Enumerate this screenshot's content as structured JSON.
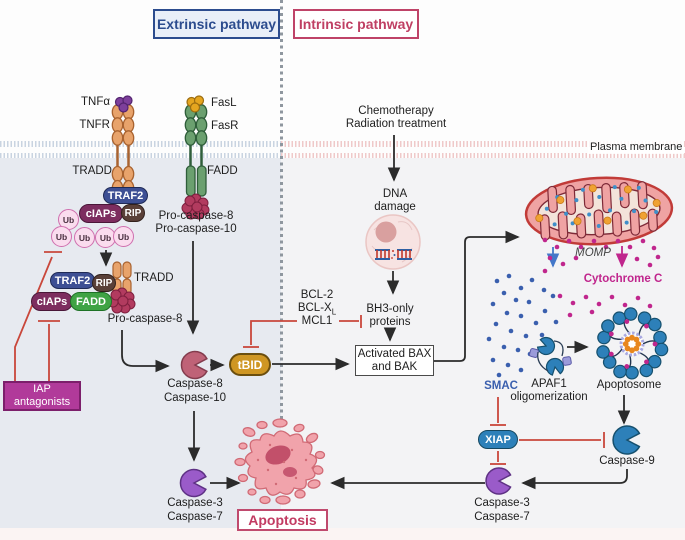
{
  "header": {
    "extrinsic": "Extrinsic pathway",
    "intrinsic": "Intrinsic pathway"
  },
  "membrane": {
    "label": "Plasma membrane"
  },
  "extrinsic_pathway": {
    "tnf_ligand": "TNFα",
    "tnf_receptor": "TNFR",
    "fas_ligand": "FasL",
    "fas_receptor": "FasR",
    "tradd_label": "TRADD",
    "fadd_label": "FADD",
    "complex1": {
      "traf2": "TRAF2",
      "ciaps": "cIAPs",
      "rip": "RIP",
      "ub": "Ub"
    },
    "procaspase_fas_line1": "Pro-caspase-8",
    "procaspase_fas_line2": "Pro-caspase-10",
    "complex2": {
      "traf2": "TRAF2",
      "rip": "RIP",
      "tradd": "TRADD",
      "ciaps": "cIAPs",
      "fadd": "FADD",
      "procaspase": "Pro-caspase-8"
    },
    "iap_antagonists_line1": "IAP",
    "iap_antagonists_line2": "antagonists",
    "caspase8": "Caspase-8",
    "caspase10": "Caspase-10",
    "tbid": "tBID",
    "caspase3": "Caspase-3",
    "caspase7": "Caspase-7"
  },
  "intrinsic_pathway": {
    "trigger_line1": "Chemotherapy",
    "trigger_line2": "Radiation treatment",
    "dna_damage_line1": "DNA",
    "dna_damage_line2": "damage",
    "bcl2": "BCL-2",
    "bclxl_base": "BCL-X",
    "bclxl_sub": "L",
    "mcl1": "MCL1",
    "bh3_line1": "BH3-only",
    "bh3_line2": "proteins",
    "bax_bak_line1": "Activated BAX",
    "bax_bak_line2": "and BAK",
    "momp": "MOMP",
    "cytochrome_c": "Cytochrome C",
    "smac": "SMAC",
    "apaf1_line1": "APAF1",
    "apaf1_line2": "oligomerization",
    "apoptosome": "Apoptosome",
    "xiap": "XIAP",
    "caspase9": "Caspase-9",
    "caspase3": "Caspase-3",
    "caspase7": "Caspase-7"
  },
  "outcome": {
    "apoptosis": "Apoptosis"
  },
  "colors": {
    "extrinsic_blue": "#2c4c8e",
    "intrinsic_pink": "#bf3f63",
    "inhibition_red": "#c9473b",
    "teal_protein": "#2d80b9",
    "caspase_purple": "#9a5bc9",
    "caspase8_rose": "#bf6277",
    "tbid_gold": "#cf9623",
    "iap_magenta": "#b13a9a",
    "smac_blue": "#3a5fae",
    "cytochrome_magenta": "#c0268d",
    "traf2_navy": "#3d4f94",
    "ciaps_plum": "#7d2d5f",
    "rip_brown": "#5a4038",
    "fadd_green": "#3fa344",
    "tnfr_orange": "#e8a36b",
    "fasr_green": "#6ba06f",
    "mitochondria_red": "#c13b38",
    "apoptosis_pink": "#f1a3ab",
    "cytoplasm_left": "#e7eaf0",
    "cytoplasm_right": "#f3f3f5"
  }
}
